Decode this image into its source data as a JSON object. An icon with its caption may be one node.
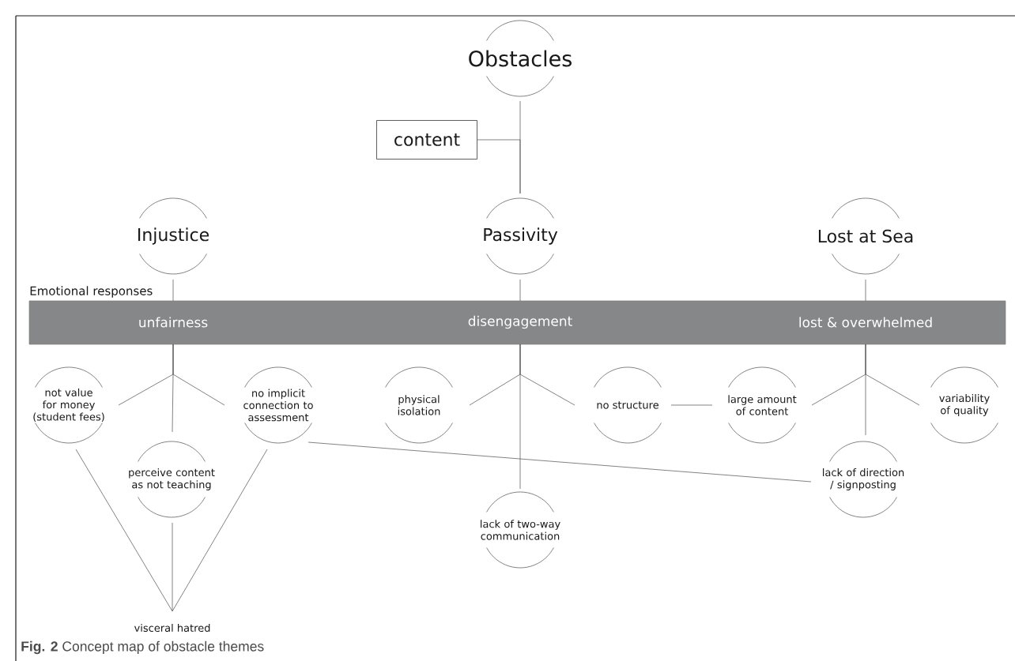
{
  "diagram": {
    "caption": "**Fig. 2** Concept map of obstacle themes",
    "nodes": [
      {
        "text": [
          "Obstacles"
        ]
      },
      {
        "text": [
          "content"
        ]
      },
      {
        "text": [
          "Injustice"
        ]
      },
      {
        "text": [
          "Passivity"
        ]
      },
      {
        "text": [
          "Lost at Sea"
        ]
      },
      {
        "text": [
          "Emotional responses"
        ]
      },
      {
        "text": [
          "unfairness"
        ],
        "in": 5
      },
      {
        "text": [
          "disengagement"
        ],
        "in": 5
      },
      {
        "text": [
          "lost & overwhelmed"
        ],
        "in": 5
      },
      {
        "text": [
          "not value for money (student fees)"
        ]
      },
      {
        "text": [
          "perceive content as not teaching"
        ]
      },
      {
        "text": [
          "no implicit connection to assessment"
        ]
      },
      {
        "text": [
          "physical isolation"
        ]
      },
      {
        "text": [
          "lack of two-way communication"
        ]
      },
      {
        "text": [
          "no structure"
        ]
      },
      {
        "text": [
          "large amount of content"
        ]
      },
      {
        "text": [
          "lack of direction / signposting"
        ]
      },
      {
        "text": [
          "variability of quality"
        ]
      },
      {
        "text": [
          "visceral hatred"
        ]
      }
    ],
    "edges": [
      {
        "from": 0,
        "to": 3,
        "arrow": "none"
      },
      {
        "from": 1,
        "to": 3,
        "arrow": "none"
      },
      {
        "from": 2,
        "to": 6,
        "arrow": "none"
      },
      {
        "from": 3,
        "to": 7,
        "arrow": "none"
      },
      {
        "from": 4,
        "to": 8,
        "arrow": "none"
      },
      {
        "from": 6,
        "to": 9,
        "arrow": "none"
      },
      {
        "from": 6,
        "to": 10,
        "arrow": "none"
      },
      {
        "from": 6,
        "to": 11,
        "arrow": "none"
      },
      {
        "from": 7,
        "to": 12,
        "arrow": "none"
      },
      {
        "from": 7,
        "to": 13,
        "arrow": "none"
      },
      {
        "from": 7,
        "to": 14,
        "arrow": "none"
      },
      {
        "from": 8,
        "to": 15,
        "arrow": "none"
      },
      {
        "from": 8,
        "to": 16,
        "arrow": "none"
      },
      {
        "from": 8,
        "to": 17,
        "arrow": "none"
      },
      {
        "from": 14,
        "to": 15,
        "arrow": "none"
      },
      {
        "from": 11,
        "to": 16,
        "arrow": "none"
      },
      {
        "from": 9,
        "to": 18,
        "arrow": "none"
      },
      {
        "from": 10,
        "to": 18,
        "arrow": "none"
      },
      {
        "from": 11,
        "to": 18,
        "arrow": "none"
      }
    ]
  }
}
